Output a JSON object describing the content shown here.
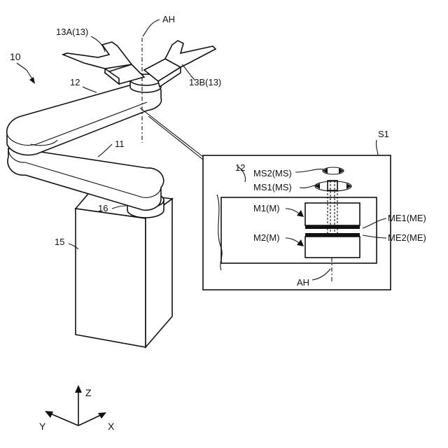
{
  "labels": {
    "robot": "10",
    "axis_top": "AH",
    "hand_a": "13A(13)",
    "hand_b": "13B(13)",
    "arm_upper": "12",
    "arm_lower": "11",
    "joint": "16",
    "base": "15",
    "inset": "S1",
    "inset_arm": "12",
    "ms2": "MS2(MS)",
    "ms1": "MS1(MS)",
    "m1": "M1(M)",
    "m2": "M2(M)",
    "me1": "ME1(ME)",
    "me2": "ME2(ME)",
    "axis_inset": "AH"
  },
  "axes": {
    "z": "Z",
    "y": "Y",
    "x": "X"
  }
}
